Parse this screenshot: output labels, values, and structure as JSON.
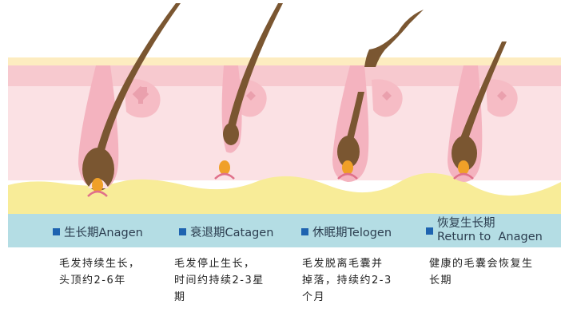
{
  "stages": [
    {
      "label": "生长期Anagen",
      "description": [
        "毛发持续生长，",
        "头顶约2-6年"
      ]
    },
    {
      "label": "衰退期Catagen",
      "description": [
        "毛发停止生长，",
        "时间约持续2-3星",
        "期"
      ]
    },
    {
      "label": "休眠期Telogen",
      "description": [
        "毛发脱离毛囊并",
        "掉落，持续约2-3",
        "个月"
      ]
    },
    {
      "label_line1": "恢复生长期",
      "label_line2": "Return to  Anagen",
      "description": [
        "健康的毛囊会恢复生",
        "长期"
      ]
    }
  ],
  "colors": {
    "top_band": "#fdecc0",
    "upper_dermis": "#f7c9cf",
    "dermis": "#fbe1e4",
    "fat_layer": "#f8ec98",
    "label_bar": "#b4dde4",
    "hair": "#7a5631",
    "papilla": "#f0a028",
    "label_square": "#1e63b0"
  }
}
